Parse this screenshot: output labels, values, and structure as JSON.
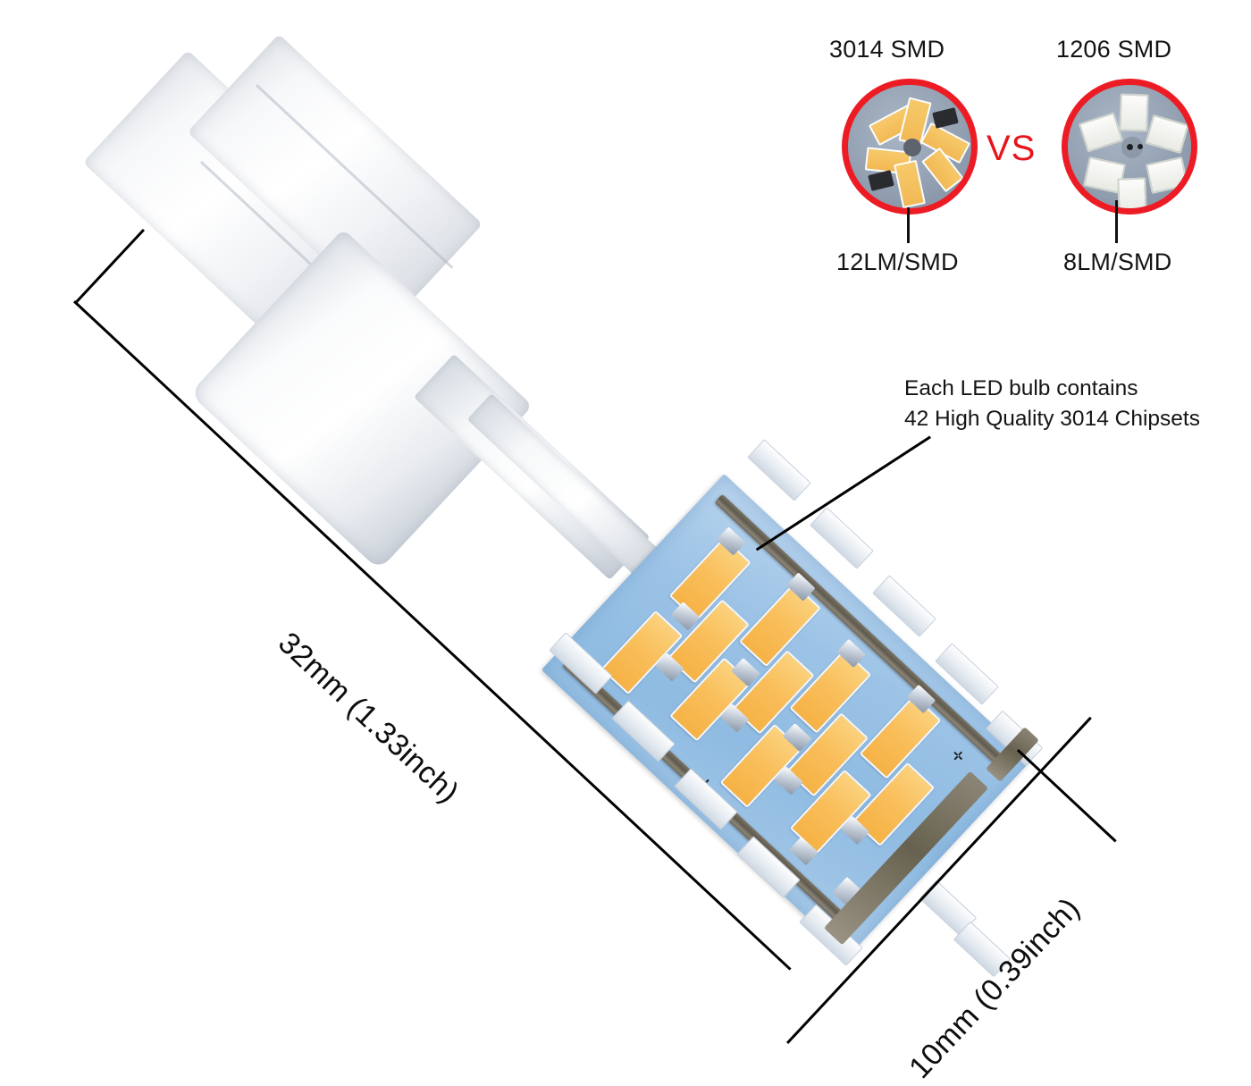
{
  "product": {
    "type": "t10-wedge-led-bulb",
    "base_color": "#ffffff",
    "pcb_color": "#9cc3e6",
    "led_color": "#f6b245"
  },
  "dimensions": {
    "length_label": "32mm (1.33inch)",
    "width_label": "10mm (0.39inch)",
    "length_mm": 32,
    "length_inch": 1.33,
    "width_mm": 10,
    "width_inch": 0.39
  },
  "callout": {
    "line1": "Each LED bulb contains",
    "line2": "42 High Quality 3014 Chipsets",
    "chipset_count": 42,
    "chipset_type": "3014"
  },
  "comparison": {
    "vs_label": "VS",
    "vs_color": "#e8141b",
    "ring_color": "#ed1c24",
    "left": {
      "title": "3014 SMD",
      "output": "12LM/SMD",
      "lumens": 12,
      "chip_color": "#f2b955"
    },
    "right": {
      "title": "1206 SMD",
      "output": "8LM/SMD",
      "lumens": 8,
      "chip_color": "#fcfcfa"
    }
  },
  "icons": {
    "left_circle": "led-board-3014-icon",
    "right_circle": "led-board-1206-icon"
  }
}
